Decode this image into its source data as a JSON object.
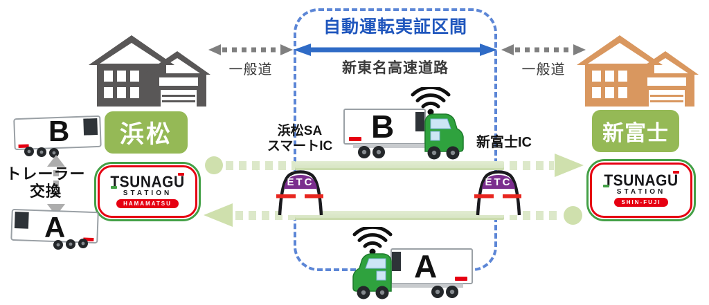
{
  "diagram_title": "自動運転実証区間",
  "highway": {
    "name": "新東名高速道路"
  },
  "general_road": {
    "left_label": "一般道",
    "right_label": "一般道"
  },
  "stations": {
    "left": {
      "city": "浜松",
      "brand": "TSUNAGU",
      "brand_sub": "STATION",
      "location_tag": "HAMAMATSU"
    },
    "right": {
      "city": "新富士",
      "brand": "TSUNAGU",
      "brand_sub": "STATION",
      "location_tag": "SHIN-FUJI"
    }
  },
  "interchanges": {
    "left_line1": "浜松SA",
    "left_line2": "スマートIC",
    "right": "新富士IC"
  },
  "etc_gates": {
    "left_label": "ETC",
    "right_label": "ETC"
  },
  "trucks": {
    "top_letter": "B",
    "bottom_letter": "A"
  },
  "trailers": {
    "top_letter": "B",
    "bottom_letter": "A"
  },
  "trailer_exchange": {
    "line1": "トレーラー",
    "line2": "交換"
  },
  "icons": [
    "warehouse-icon",
    "wifi-icon",
    "etc-gate-icon",
    "truck-icon",
    "trailer-icon",
    "double-arrow-blue-icon",
    "double-arrow-gray-icon",
    "vertical-swap-arrow-icon",
    "route-dot-icon",
    "route-arrowhead-icon"
  ],
  "colors": {
    "title_blue": "#1f56bd",
    "arrow_blue": "#2f6bc6",
    "zone_border_blue": "#5c86d6",
    "accent_green": "#95b956",
    "route_green": "#dce8c9",
    "route_green_dark": "#cfe0ad",
    "house_gray": "#595757",
    "house_orange": "#d9975f",
    "etc_purple": "#7b2e8e",
    "gate_red": "#e8251e",
    "brand_red": "#e60012",
    "brand_green": "#43a046",
    "road_gray": "#7f7f7f",
    "truck_green": "#2fa23e"
  }
}
